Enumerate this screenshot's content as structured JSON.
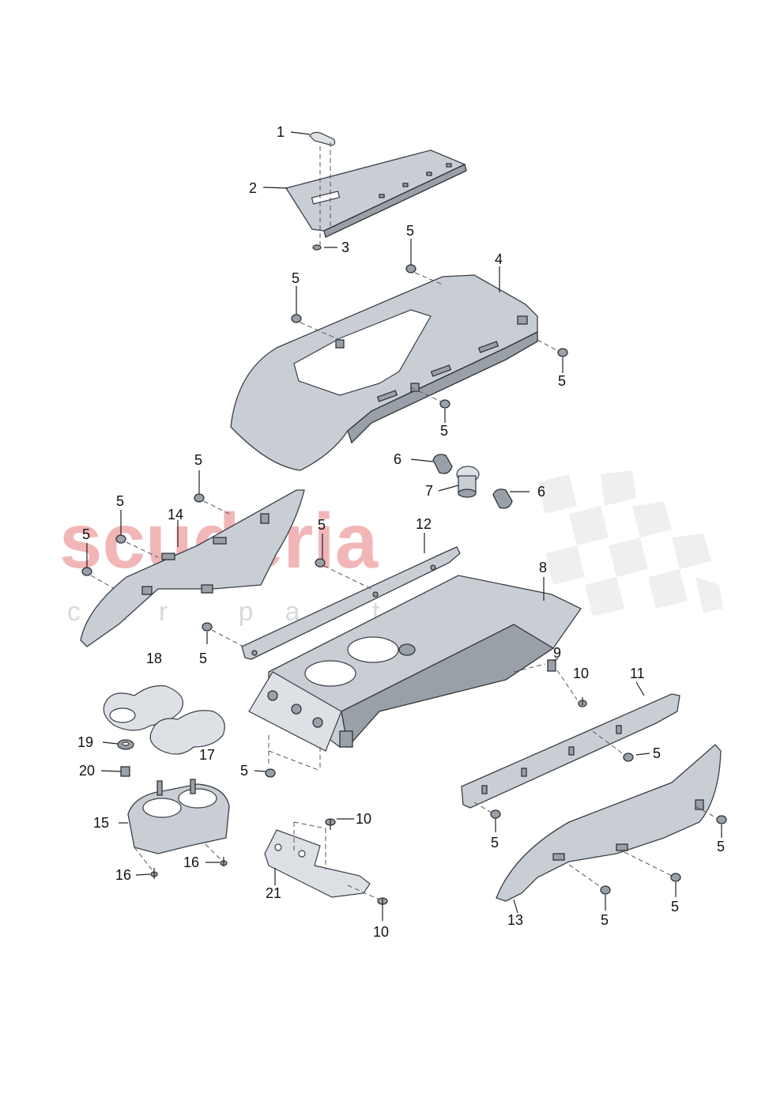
{
  "watermark": {
    "brand": "scuderia",
    "sub": "car parts"
  },
  "callouts": [
    {
      "id": "c1",
      "text": "1"
    },
    {
      "id": "c2",
      "text": "2"
    },
    {
      "id": "c3",
      "text": "3"
    },
    {
      "id": "c4",
      "text": "4"
    },
    {
      "id": "c5a",
      "text": "5"
    },
    {
      "id": "c5b",
      "text": "5"
    },
    {
      "id": "c5c",
      "text": "5"
    },
    {
      "id": "c5d",
      "text": "5"
    },
    {
      "id": "c6a",
      "text": "6"
    },
    {
      "id": "c7",
      "text": "7"
    },
    {
      "id": "c6b",
      "text": "6"
    },
    {
      "id": "c5e",
      "text": "5"
    },
    {
      "id": "c5f",
      "text": "5"
    },
    {
      "id": "c14",
      "text": "14"
    },
    {
      "id": "c5g",
      "text": "5"
    },
    {
      "id": "c5h",
      "text": "5"
    },
    {
      "id": "c12",
      "text": "12"
    },
    {
      "id": "c8",
      "text": "8"
    },
    {
      "id": "c5i",
      "text": "5"
    },
    {
      "id": "c18",
      "text": "18"
    },
    {
      "id": "c9",
      "text": "9"
    },
    {
      "id": "c10a",
      "text": "10"
    },
    {
      "id": "c11",
      "text": "11"
    },
    {
      "id": "c19",
      "text": "19"
    },
    {
      "id": "c17",
      "text": "17"
    },
    {
      "id": "c5j",
      "text": "5"
    },
    {
      "id": "c20",
      "text": "20"
    },
    {
      "id": "c5k",
      "text": "5"
    },
    {
      "id": "c10b",
      "text": "10"
    },
    {
      "id": "c15",
      "text": "15"
    },
    {
      "id": "c5l",
      "text": "5"
    },
    {
      "id": "c5m",
      "text": "5"
    },
    {
      "id": "c16a",
      "text": "16"
    },
    {
      "id": "c16b",
      "text": "16"
    },
    {
      "id": "c21",
      "text": "21"
    },
    {
      "id": "c5n",
      "text": "5"
    },
    {
      "id": "c13",
      "text": "13"
    },
    {
      "id": "c5o",
      "text": "5"
    },
    {
      "id": "c10c",
      "text": "10"
    }
  ]
}
